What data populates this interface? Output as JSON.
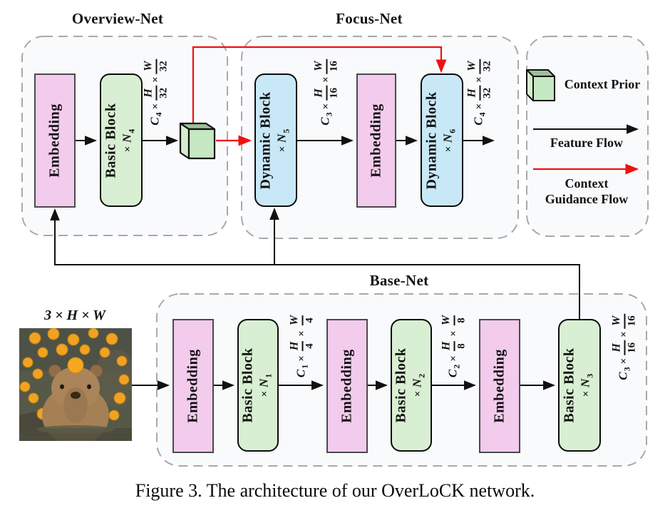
{
  "figure": {
    "caption": "Figure 3. The architecture of our OverLoCK network."
  },
  "input": {
    "label": "3 × H × W",
    "image_desc": "capybara bathing in water with yuzu oranges"
  },
  "overview_net": {
    "title": "Overview-Net",
    "embedding": "Embedding",
    "basic_block": {
      "name": "Basic Block",
      "times": "×",
      "n": "N",
      "sub": "4"
    },
    "out_dim": {
      "c": "C",
      "c_sub": "4",
      "times": "×",
      "h": "H",
      "h_den": "32",
      "w": "W",
      "w_den": "32"
    }
  },
  "focus_net": {
    "title": "Focus-Net",
    "dyn5": {
      "name": "Dynamic Block",
      "times": "×",
      "n": "N",
      "sub": "5"
    },
    "mid_dim": {
      "c": "C",
      "c_sub": "3",
      "times": "×",
      "h": "H",
      "h_den": "16",
      "w": "W",
      "w_den": "16"
    },
    "embedding": "Embedding",
    "dyn6": {
      "name": "Dynamic Block",
      "times": "×",
      "n": "N",
      "sub": "6"
    },
    "out_dim": {
      "c": "C",
      "c_sub": "4",
      "times": "×",
      "h": "H",
      "h_den": "32",
      "w": "W",
      "w_den": "32"
    }
  },
  "base_net": {
    "title": "Base-Net",
    "stages": [
      {
        "embedding": "Embedding",
        "block": {
          "name": "Basic Block",
          "times": "×",
          "n": "N",
          "sub": "1"
        },
        "dim": {
          "c": "C",
          "c_sub": "1",
          "times": "×",
          "h": "H",
          "h_den": "4",
          "w": "W",
          "w_den": "4"
        }
      },
      {
        "embedding": "Embedding",
        "block": {
          "name": "Basic Block",
          "times": "×",
          "n": "N",
          "sub": "2"
        },
        "dim": {
          "c": "C",
          "c_sub": "2",
          "times": "×",
          "h": "H",
          "h_den": "8",
          "w": "W",
          "w_den": "8"
        }
      },
      {
        "embedding": "Embedding",
        "block": {
          "name": "Basic Block",
          "times": "×",
          "n": "N",
          "sub": "3"
        },
        "dim": {
          "c": "C",
          "c_sub": "3",
          "times": "×",
          "h": "H",
          "h_den": "16",
          "w": "W",
          "w_den": "16"
        }
      }
    ]
  },
  "legend": {
    "context_prior": "Context Prior",
    "feature_flow": "Feature Flow",
    "context_guidance_line1": "Context",
    "context_guidance_line2": "Guidance Flow"
  },
  "colors": {
    "embedding_fill": "#f3cbed",
    "basic_block_fill": "#d9efd3",
    "dynamic_block_fill": "#c9e8f7",
    "cube_front": "#c6e8c2",
    "cube_top": "#9cc09a",
    "cube_side": "#d6eccf",
    "feature_flow_arrow": "#111111",
    "context_guidance_arrow": "#ee1111",
    "dashed_border": "#a9a9a9"
  }
}
